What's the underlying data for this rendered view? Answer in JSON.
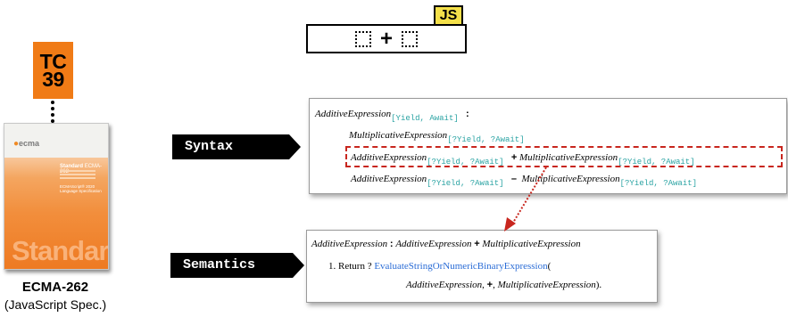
{
  "js_block": {
    "badge": "JS",
    "operator": "+"
  },
  "tc39_logo": {
    "line1": "TC",
    "line2": "39"
  },
  "ecma_book": {
    "logo_text": "ecma",
    "standard_small": "Standard",
    "doc_id": "ECMA-262",
    "cover_title": "ECMAScript® 2020 Language Specification",
    "standard_big": "Standard"
  },
  "ecma_label": "ECMA-262",
  "ecma_sublabel": "(JavaScript Spec.)",
  "tags": {
    "syntax": "Syntax",
    "semantics": "Semantics"
  },
  "syntax": {
    "lhs": "AdditiveExpression",
    "lhs_params": "[Yield, Await]",
    "colon": ":",
    "rhs": [
      {
        "parts": [
          {
            "nt": "MultiplicativeExpression",
            "params": "[?Yield, ?Await]"
          }
        ]
      },
      {
        "highlighted": true,
        "parts": [
          {
            "nt": "AdditiveExpression",
            "params": "[?Yield, ?Await]"
          },
          {
            "term": "+"
          },
          {
            "nt": "MultiplicativeExpression",
            "params": "[?Yield, ?Await]"
          }
        ]
      },
      {
        "parts": [
          {
            "nt": "AdditiveExpression",
            "params": "[?Yield, ?Await]"
          },
          {
            "term": "–"
          },
          {
            "nt": "MultiplicativeExpression",
            "params": "[?Yield, ?Await]"
          }
        ]
      }
    ]
  },
  "semantics": {
    "production": {
      "lhs": "AdditiveExpression",
      "colon": ":",
      "rhs1": "AdditiveExpression",
      "op": "+",
      "rhs2": "MultiplicativeExpression"
    },
    "step_prefix": "1. Return ? ",
    "step_call": "EvaluateStringOrNumericBinaryExpression",
    "step_open": "(",
    "arg1": "AdditiveExpression",
    "sep1": ", ",
    "arg_op": "+",
    "sep2": ", ",
    "arg2": "MultiplicativeExpression",
    "step_close": ")."
  },
  "colors": {
    "tc39_orange": "#f07b16",
    "js_badge": "#f4e04a",
    "param_teal": "#2aa3a3",
    "link_blue": "#2a6cd6",
    "highlight_red": "#c8261e"
  }
}
